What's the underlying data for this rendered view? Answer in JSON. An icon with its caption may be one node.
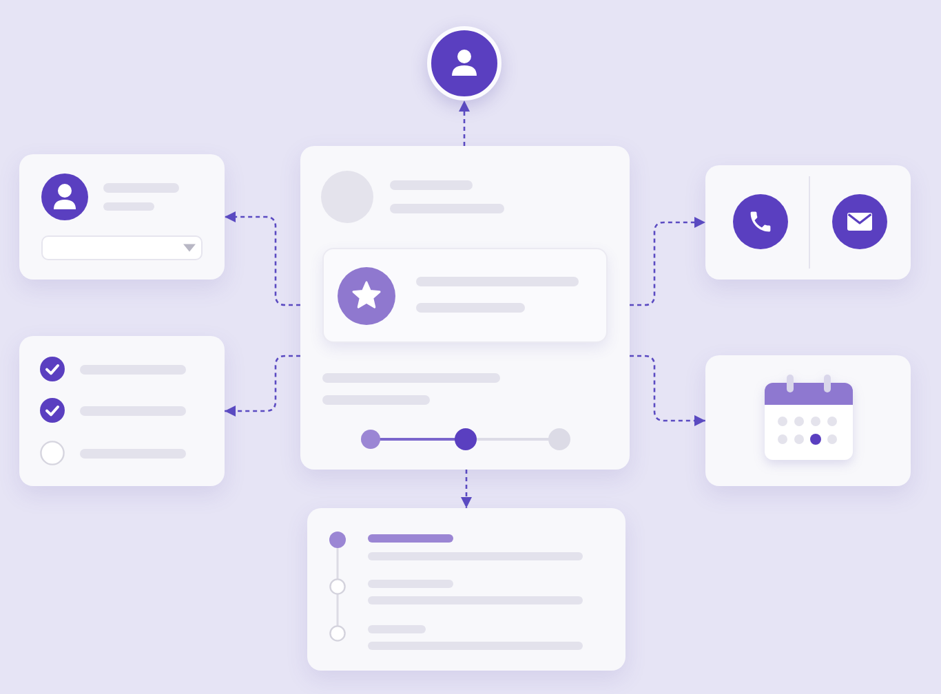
{
  "diagram": {
    "nodes": [
      {
        "text": [],
        "shape": "circle"
      },
      {
        "text": [],
        "shape": "box"
      },
      {
        "text": [],
        "shape": "box"
      },
      {
        "text": [],
        "shape": "box"
      },
      {
        "text": [],
        "shape": "box"
      },
      {
        "text": [],
        "shape": "box"
      },
      {
        "text": [],
        "shape": "box"
      }
    ],
    "edges": [
      {
        "from": 2,
        "to": 0,
        "arrow": "to",
        "style": "dashed"
      },
      {
        "from": 2,
        "to": 1,
        "arrow": "to",
        "style": "dashed"
      },
      {
        "from": 2,
        "to": 3,
        "arrow": "to",
        "style": "dashed"
      },
      {
        "from": 2,
        "to": 4,
        "arrow": "to",
        "style": "dashed"
      },
      {
        "from": 2,
        "to": 5,
        "arrow": "to",
        "style": "dashed"
      },
      {
        "from": 2,
        "to": 6,
        "arrow": "to",
        "style": "dashed"
      }
    ]
  }
}
